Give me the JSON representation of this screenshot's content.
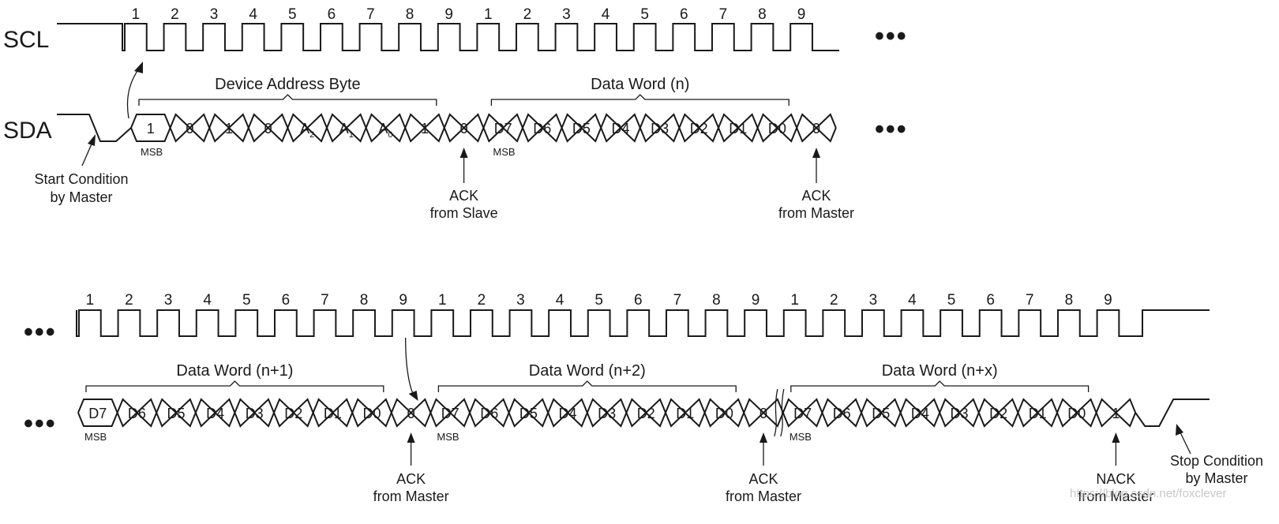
{
  "labels": {
    "scl": "SCL",
    "sda": "SDA"
  },
  "continuation": "•••",
  "clock_numbers": [
    "1",
    "2",
    "3",
    "4",
    "5",
    "6",
    "7",
    "8",
    "9"
  ],
  "top": {
    "segments": [
      {
        "title": "Device Address Byte",
        "msb": "MSB",
        "bits": [
          {
            "t": "1"
          },
          {
            "t": "0"
          },
          {
            "t": "1"
          },
          {
            "t": "0"
          },
          {
            "t": "A",
            "sub": "2"
          },
          {
            "t": "A",
            "sub": "1"
          },
          {
            "t": "A",
            "sub": "0"
          },
          {
            "t": "1"
          }
        ],
        "ack": "0"
      },
      {
        "title": "Data Word (n)",
        "msb": "MSB",
        "bits": [
          {
            "t": "D7"
          },
          {
            "t": "D6"
          },
          {
            "t": "D5"
          },
          {
            "t": "D4"
          },
          {
            "t": "D3"
          },
          {
            "t": "D2"
          },
          {
            "t": "D1"
          },
          {
            "t": "D0"
          }
        ],
        "ack": "0"
      }
    ],
    "annotations": {
      "start": [
        "Start Condition",
        "by Master"
      ],
      "ack1": [
        "ACK",
        "from Slave"
      ],
      "ack2": [
        "ACK",
        "from Master"
      ]
    }
  },
  "bottom": {
    "segments": [
      {
        "title": "Data Word (n+1)",
        "msb": "MSB",
        "bits": [
          {
            "t": "D7"
          },
          {
            "t": "D6"
          },
          {
            "t": "D5"
          },
          {
            "t": "D4"
          },
          {
            "t": "D3"
          },
          {
            "t": "D2"
          },
          {
            "t": "D1"
          },
          {
            "t": "D0"
          }
        ],
        "ack": "0"
      },
      {
        "title": "Data Word (n+2)",
        "msb": "MSB",
        "bits": [
          {
            "t": "D7"
          },
          {
            "t": "D6"
          },
          {
            "t": "D5"
          },
          {
            "t": "D4"
          },
          {
            "t": "D3"
          },
          {
            "t": "D2"
          },
          {
            "t": "D1"
          },
          {
            "t": "D0"
          }
        ],
        "ack": "0"
      },
      {
        "title": "Data Word (n+x)",
        "msb": "MSB",
        "bits": [
          {
            "t": "D7"
          },
          {
            "t": "D6"
          },
          {
            "t": "D5"
          },
          {
            "t": "D4"
          },
          {
            "t": "D3"
          },
          {
            "t": "D2"
          },
          {
            "t": "D1"
          },
          {
            "t": "D0"
          }
        ],
        "ack": "1"
      }
    ],
    "annotations": {
      "ack1": [
        "ACK",
        "from Master"
      ],
      "ack2": [
        "ACK",
        "from Master"
      ],
      "nack": [
        "NACK",
        "from Master"
      ],
      "stop": [
        "Stop Condition",
        "by Master"
      ]
    }
  },
  "watermark": "https://blog.csdn.net/foxclever"
}
